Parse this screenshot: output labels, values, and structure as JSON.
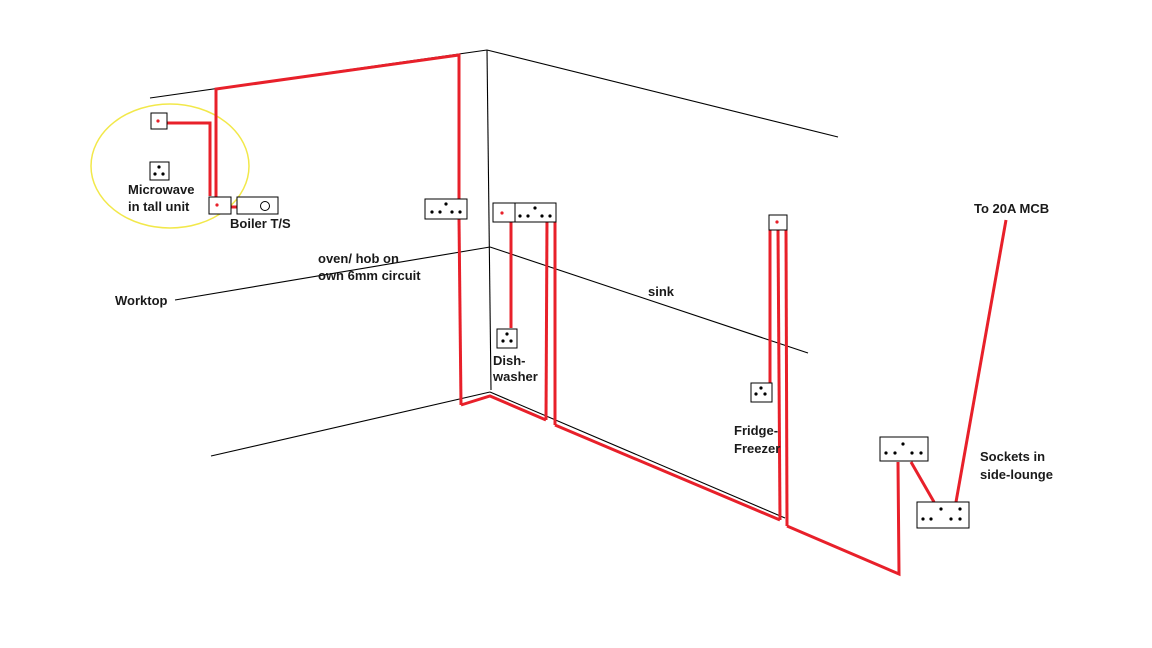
{
  "colors": {
    "cable": "#e8202a",
    "highlight_circle": "#f2e84a",
    "line": "#000000"
  },
  "labels": {
    "microwave": [
      "Microwave",
      "in tall unit"
    ],
    "boiler": "Boiler T/S",
    "oven_hob": [
      "oven/ hob on",
      "own 6mm circuit"
    ],
    "worktop": "Worktop",
    "sink": "sink",
    "dishwasher": [
      "Dish-",
      "washer"
    ],
    "fridge_freezer": [
      "Fridge-",
      "Freezer"
    ],
    "mcb": "To 20A MCB",
    "side_lounge": [
      "Sockets in",
      "side-lounge"
    ]
  }
}
